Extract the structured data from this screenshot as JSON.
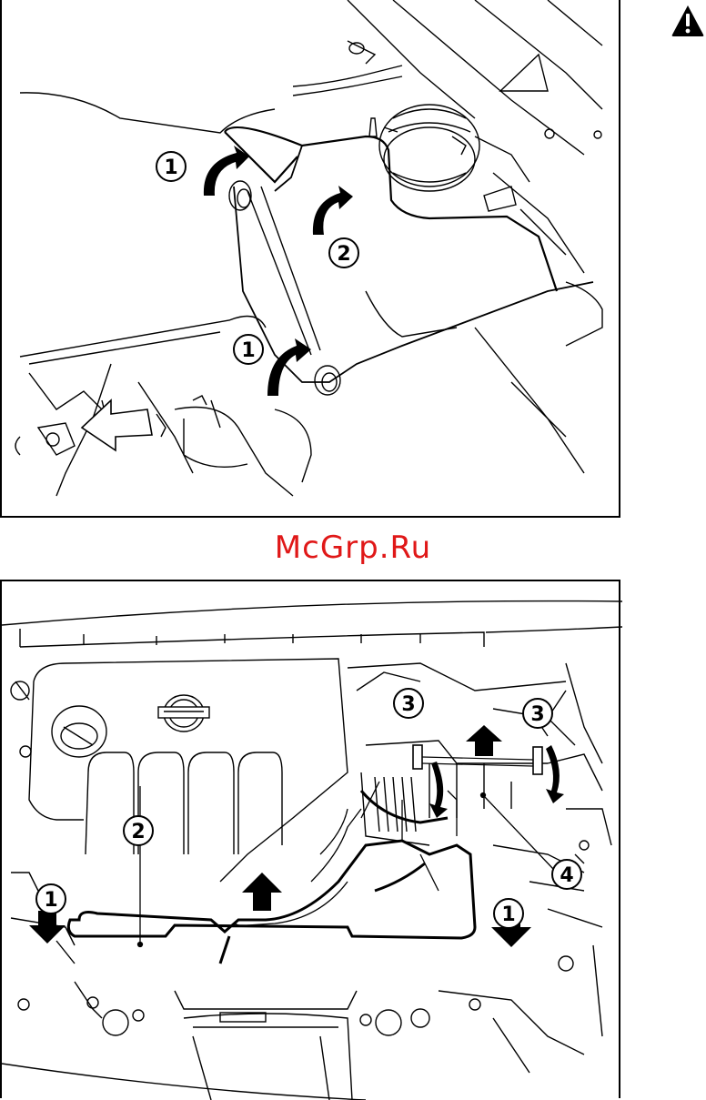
{
  "watermark": {
    "text": "McGrp.Ru",
    "color": "#e01818"
  },
  "warning_icon": {
    "name": "warning-triangle-icon"
  },
  "top_figure": {
    "callouts": [
      "1",
      "2",
      "1"
    ]
  },
  "bottom_figure": {
    "callouts": [
      "1",
      "2",
      "3",
      "3",
      "4",
      "1"
    ]
  }
}
